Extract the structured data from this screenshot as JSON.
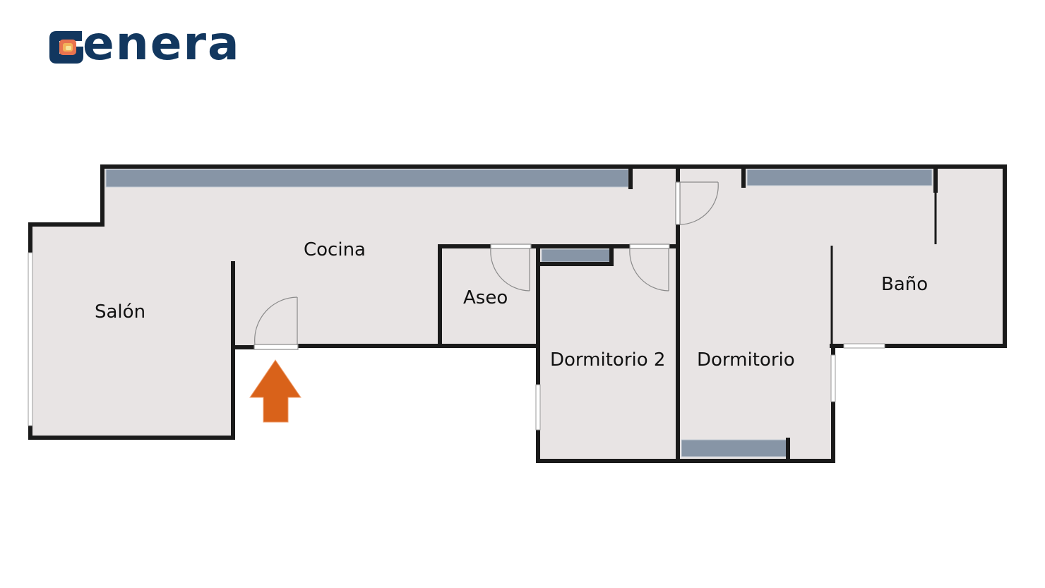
{
  "brand": {
    "name": "enera",
    "full_name": "Genera",
    "primary_color": "#12375f",
    "accent_colors": [
      "#e8734f",
      "#f2b35a",
      "#f7e39a"
    ]
  },
  "floor_plan": {
    "floor_color": "#e8e4e4",
    "wall_color": "#1a1a1a",
    "cabinet_color": "#8795a6",
    "entrance_arrow_color": "#d9621a",
    "rooms": [
      {
        "id": "salon",
        "label": "Salón"
      },
      {
        "id": "cocina",
        "label": "Cocina"
      },
      {
        "id": "aseo",
        "label": "Aseo"
      },
      {
        "id": "dormitorio-2",
        "label": "Dormitorio 2"
      },
      {
        "id": "dormitorio",
        "label": "Dormitorio"
      },
      {
        "id": "bano",
        "label": "Baño"
      }
    ]
  }
}
